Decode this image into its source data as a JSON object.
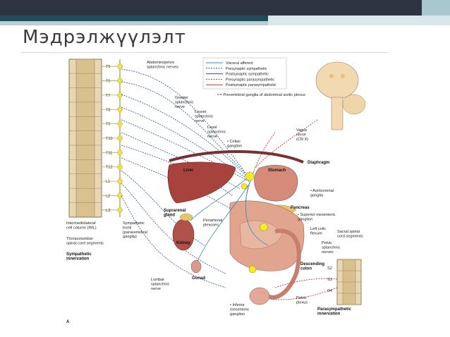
{
  "slide": {
    "title": "Мэдрэлжүүлэлт",
    "colors": {
      "topbar": "#2d3340",
      "band_dark": "#1e4c5a",
      "band_light": "#b7d0d7"
    }
  },
  "figure": {
    "spine_segments": [
      "T5",
      "T6",
      "T7",
      "T8",
      "T9",
      "T10",
      "T11",
      "T12",
      "L1",
      "L2",
      "L3"
    ],
    "sacral_segments": [
      "S2",
      "S3",
      "S4"
    ],
    "legend": [
      {
        "label": "Visceral afferent",
        "color": "#2c8ab8",
        "style": "solid"
      },
      {
        "label": "Presynaptic sympathetic",
        "color": "#1f4fa0",
        "style": "dashed"
      },
      {
        "label": "Postsynaptic sympathetic",
        "color": "#1f4fa0",
        "style": "solid"
      },
      {
        "label": "Presynaptic parasympathetic",
        "color": "#c8323c",
        "style": "dashed"
      },
      {
        "label": "Postsynaptic parasympathetic",
        "color": "#c8323c",
        "style": "solid"
      }
    ],
    "prevertebral_note": "• = Prevertebral ganglia of abdominal aortic plexus",
    "labels": {
      "abdominopelvic": [
        "Abdominopelvic",
        "splanchnic nerves"
      ],
      "greater": [
        "Greater",
        "splanchnic",
        "nerve"
      ],
      "lesser": [
        "Lesser",
        "splanchnic",
        "nerve"
      ],
      "least": [
        "Least",
        "splanchnic",
        "nerve"
      ],
      "celiac": [
        "• Celiac",
        "ganglion"
      ],
      "vagus": [
        "Vagus",
        "nerve",
        "(CN X)"
      ],
      "diaphragm": "Diaphragm",
      "liver": "Liver",
      "stomach": "Stomach",
      "aorticorenal": [
        "• Aorticorenal",
        "ganglia"
      ],
      "pancreas": "Pancreas",
      "suprarenal": [
        "Suprarenal",
        "gland"
      ],
      "periarterial": [
        "Periarterial",
        "plexuses"
      ],
      "superior_mesenteric": [
        "• Superior mesenteric",
        "ganglion"
      ],
      "left_colic": [
        "Left colic",
        "flexure"
      ],
      "kidney": "Kidney",
      "gonad": "Gonad",
      "sacral_spinal": [
        "Sacral spinal",
        "cord segments"
      ],
      "pelvic_splanchnic": [
        "Pelvic",
        "splanchnic",
        "nerves"
      ],
      "descending": [
        "Descending",
        "colon"
      ],
      "intermediolateral": [
        "Intermediolateral",
        "cell column (IML)"
      ],
      "sympathetic_trunk": [
        "Sympathetic",
        "trunk",
        "(paravertebral",
        "ganglia)"
      ],
      "thoracolumbar": [
        "Thoracolumbar",
        "spinal cord segments"
      ],
      "sympathetic_innervation": [
        "Sympathetic",
        "innervation"
      ],
      "lumbar_splanchnic": [
        "Lumbar",
        "splanchnic",
        "nerve"
      ],
      "inferior_mesenteric": [
        "• Inferior",
        "mesenteric",
        "ganglion"
      ],
      "pelvic_plexus": [
        "Pelvic",
        "plexus"
      ],
      "parasympathetic_innervation": [
        "Parasympathetic",
        "innervation"
      ],
      "panel": "A"
    }
  }
}
